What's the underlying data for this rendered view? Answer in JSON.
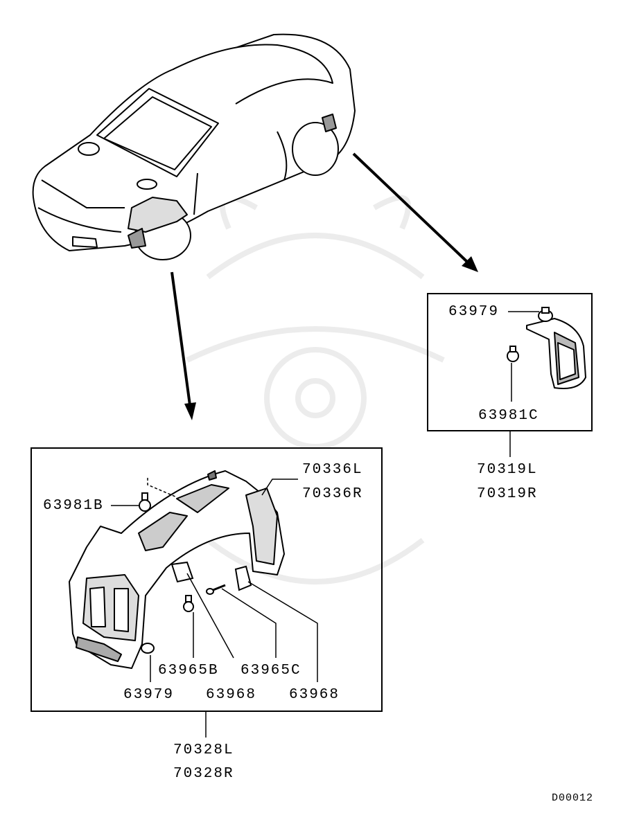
{
  "diagram": {
    "code": "D00012",
    "rear_detail": {
      "parts": [
        "63979",
        "63981C"
      ],
      "assembly": [
        "70319L",
        "70319R"
      ]
    },
    "front_detail": {
      "parts": [
        "63981B",
        "63965B",
        "63965C",
        "63979",
        "63968",
        "63968"
      ],
      "splash_shield": [
        "70336L",
        "70336R"
      ],
      "assembly": [
        "70328L",
        "70328R"
      ]
    }
  }
}
